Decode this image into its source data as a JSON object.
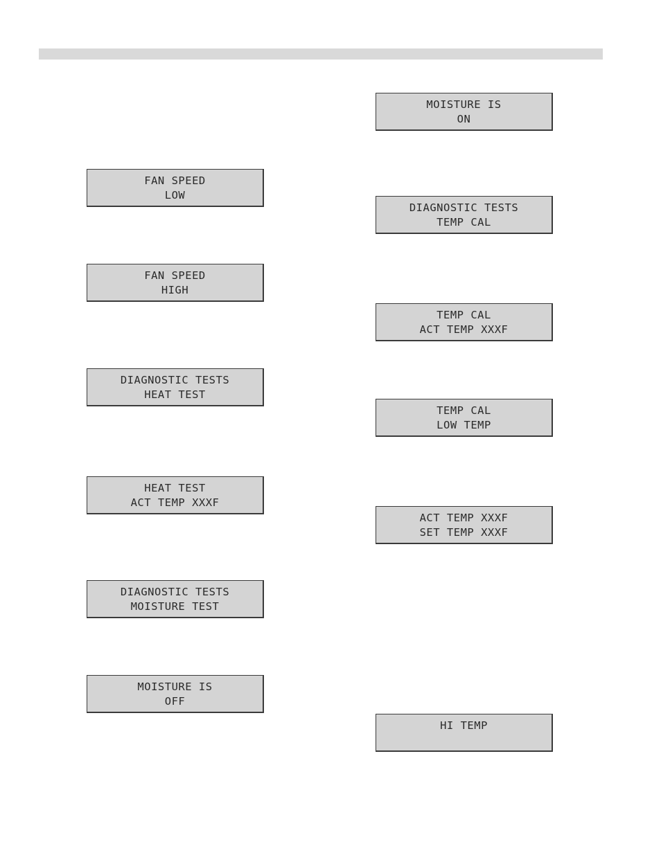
{
  "displays": [
    {
      "id": "moisture-is-on",
      "line1": "MOISTURE IS",
      "line2": "ON"
    },
    {
      "id": "fan-speed-low",
      "line1": "FAN SPEED",
      "line2": "LOW"
    },
    {
      "id": "diagnostic-temp-cal",
      "line1": "DIAGNOSTIC TESTS",
      "line2": "TEMP CAL"
    },
    {
      "id": "fan-speed-high",
      "line1": "FAN SPEED",
      "line2": "HIGH"
    },
    {
      "id": "temp-cal-act-temp",
      "line1": "TEMP CAL",
      "line2": "ACT TEMP XXXF"
    },
    {
      "id": "diagnostic-heat-test",
      "line1": "DIAGNOSTIC TESTS",
      "line2": "HEAT TEST"
    },
    {
      "id": "temp-cal-low-temp",
      "line1": "TEMP CAL",
      "line2": "LOW TEMP"
    },
    {
      "id": "heat-test-act-temp",
      "line1": "HEAT TEST",
      "line2": "ACT TEMP XXXF"
    },
    {
      "id": "act-set-temp",
      "line1": "ACT TEMP XXXF",
      "line2": "SET TEMP XXXF"
    },
    {
      "id": "diagnostic-moisture-test",
      "line1": "DIAGNOSTIC TESTS",
      "line2": "MOISTURE TEST"
    },
    {
      "id": "moisture-is-off",
      "line1": "MOISTURE IS",
      "line2": "OFF"
    },
    {
      "id": "hi-temp",
      "line1": "HI TEMP",
      "line2": ""
    }
  ]
}
